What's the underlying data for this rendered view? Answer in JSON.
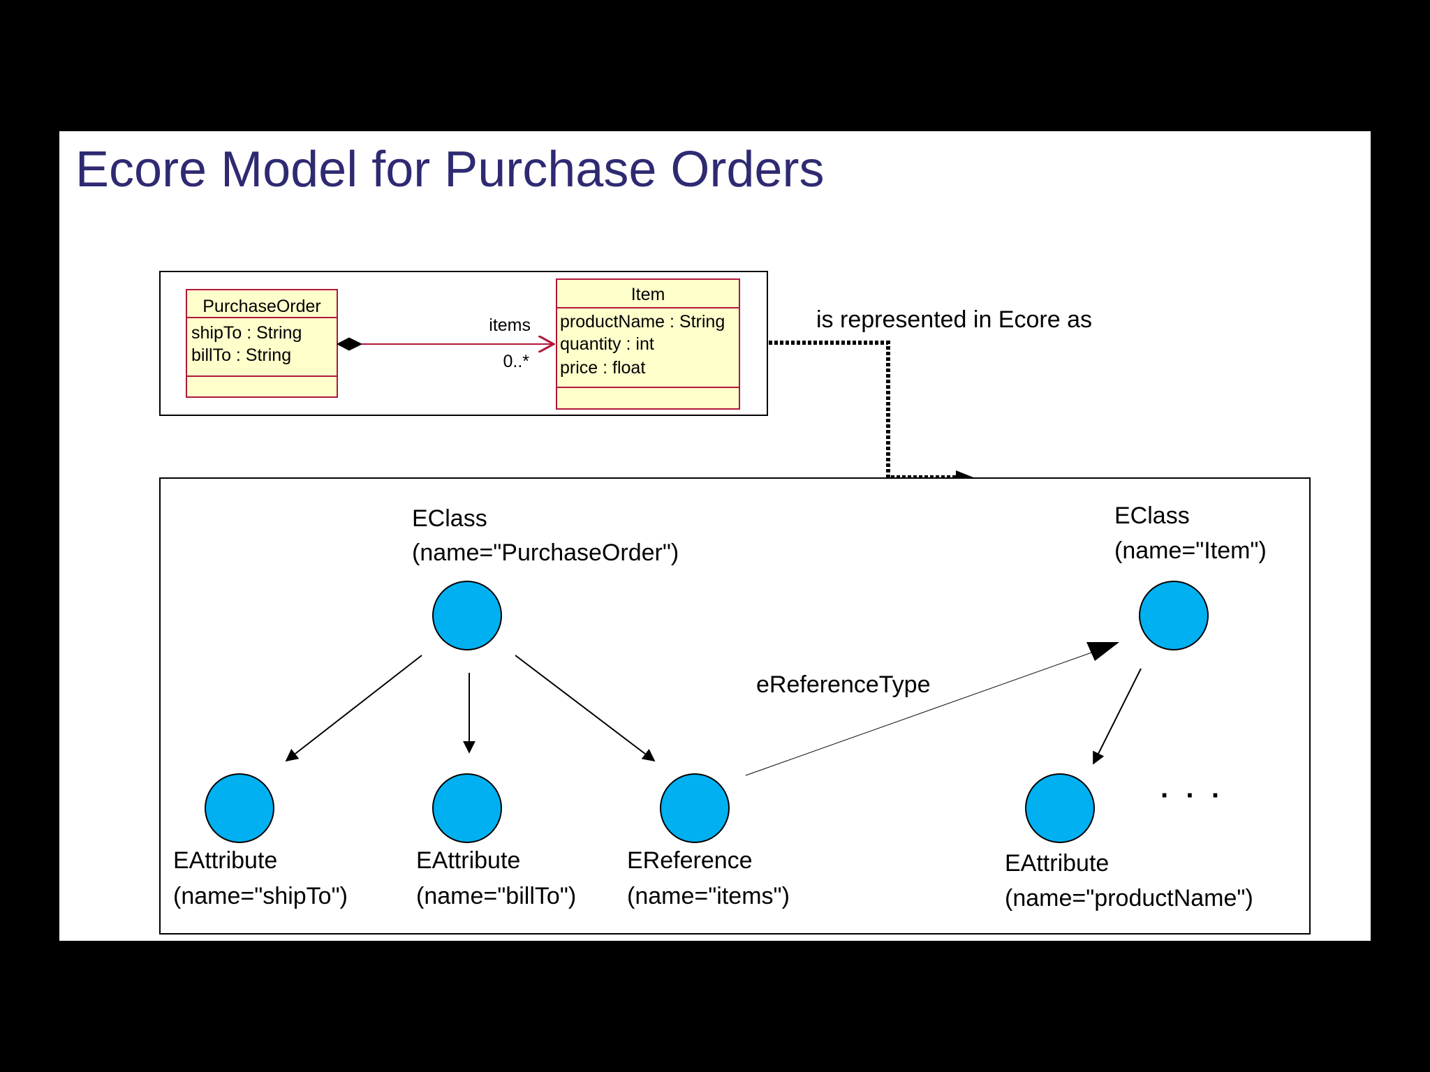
{
  "title": "Ecore Model for Purchase Orders",
  "uml": {
    "purchase_order": {
      "name": "PurchaseOrder",
      "attributes": [
        "shipTo : String",
        "billTo : String"
      ]
    },
    "item": {
      "name": "Item",
      "attributes": [
        "productName : String",
        "quantity : int",
        "price : float"
      ]
    },
    "association": {
      "role": "items",
      "multiplicity": "0..*"
    }
  },
  "transition_label": "is represented in Ecore as",
  "ecore": {
    "eclass_po": {
      "line1": "EClass",
      "line2": "(name=\"PurchaseOrder\")"
    },
    "eclass_item": {
      "line1": "EClass",
      "line2": "(name=\"Item\")"
    },
    "attr_shipto": {
      "line1": "EAttribute",
      "line2": "(name=\"shipTo\")"
    },
    "attr_billto": {
      "line1": "EAttribute",
      "line2": "(name=\"billTo\")"
    },
    "ref_items": {
      "line1": "EReference",
      "line2": "(name=\"items\")"
    },
    "attr_productname": {
      "line1": "EAttribute",
      "line2": "(name=\"productName\")"
    },
    "reference_type_label": "eReferenceType",
    "ellipsis": "· · ·"
  },
  "colors": {
    "title": "#2e2a72",
    "uml_fill": "#ffffcc",
    "uml_border": "#b0173a",
    "node_fill": "#00b0f0"
  }
}
